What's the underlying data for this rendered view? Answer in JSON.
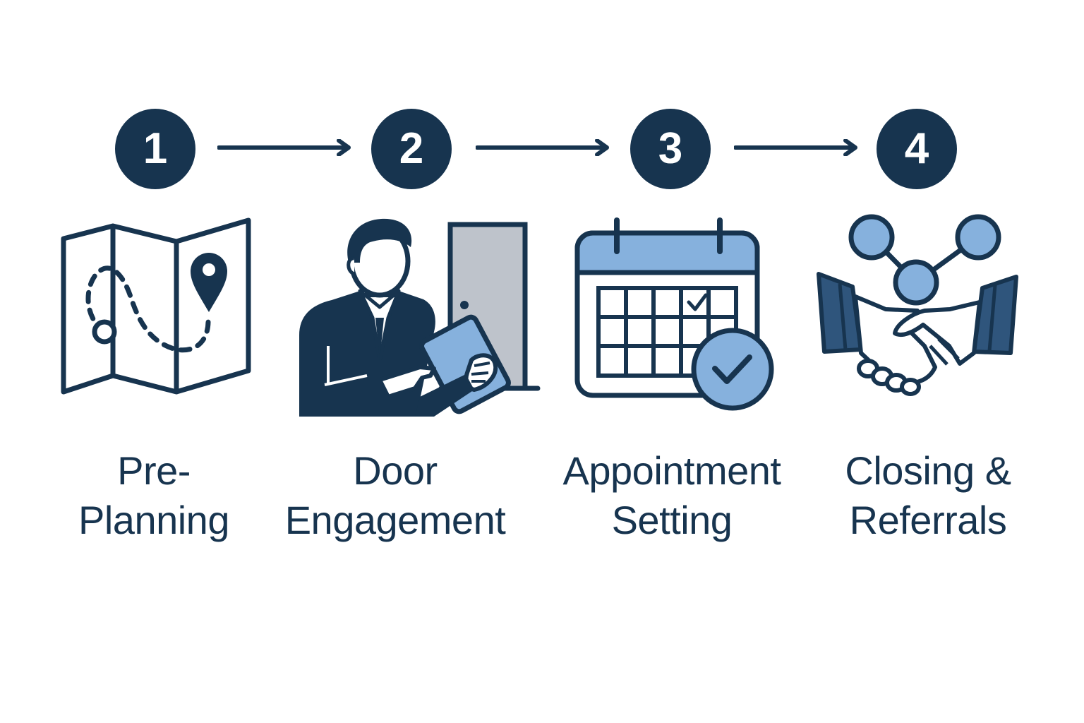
{
  "colors": {
    "navy": "#17344f",
    "light_blue": "#86b1dd",
    "door_gray": "#bec3cb",
    "mid_blue": "#2f557c"
  },
  "steps": [
    {
      "number": "1",
      "label_line1": "Pre-",
      "label_line2": "Planning",
      "icon": "map-icon"
    },
    {
      "number": "2",
      "label_line1": "Door",
      "label_line2": "Engagement",
      "icon": "salesperson-door-icon"
    },
    {
      "number": "3",
      "label_line1": "Appointment",
      "label_line2": "Setting",
      "icon": "calendar-check-icon"
    },
    {
      "number": "4",
      "label_line1": "Closing &",
      "label_line2": "Referrals",
      "icon": "handshake-network-icon"
    }
  ]
}
